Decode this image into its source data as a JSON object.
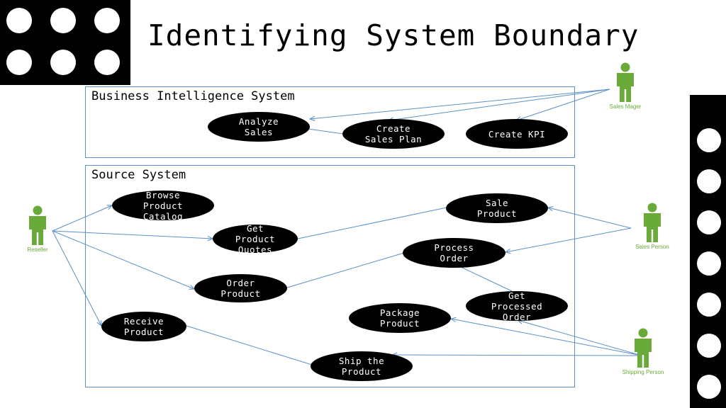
{
  "title": "Identifying System Boundary",
  "boundaries": {
    "bi": "Business Intelligence System",
    "source": "Source System"
  },
  "use_cases": {
    "analyze_sales": "Analyze\nSales",
    "create_sales_plan": "Create\nSales Plan",
    "create_kpi": "Create KPI",
    "browse_catalog": "Browse\nProduct\nCatalog",
    "get_quotes": "Get\nProduct\nQuotes",
    "order_product": "Order\nProduct",
    "receive_product": "Receive\nProduct",
    "sale_product": "Sale\nProduct",
    "process_order": "Process\nOrder",
    "get_processed_order": "Get\nProcessed\nOrder",
    "package_product": "Package\nProduct",
    "ship_product": "Ship the\nProduct"
  },
  "actors": {
    "sales_manager": "Sales Mager",
    "reseller": "Reseller",
    "sales_person": "Sales Person",
    "shipping_person": "Shipping Person"
  },
  "colors": {
    "connector": "#5b8fc7",
    "actor": "#6aaa3a",
    "use_case_fill": "#000000",
    "boundary": "#5b8fc7"
  },
  "icons": {
    "actor": "person-icon",
    "decor": "white-dot"
  }
}
